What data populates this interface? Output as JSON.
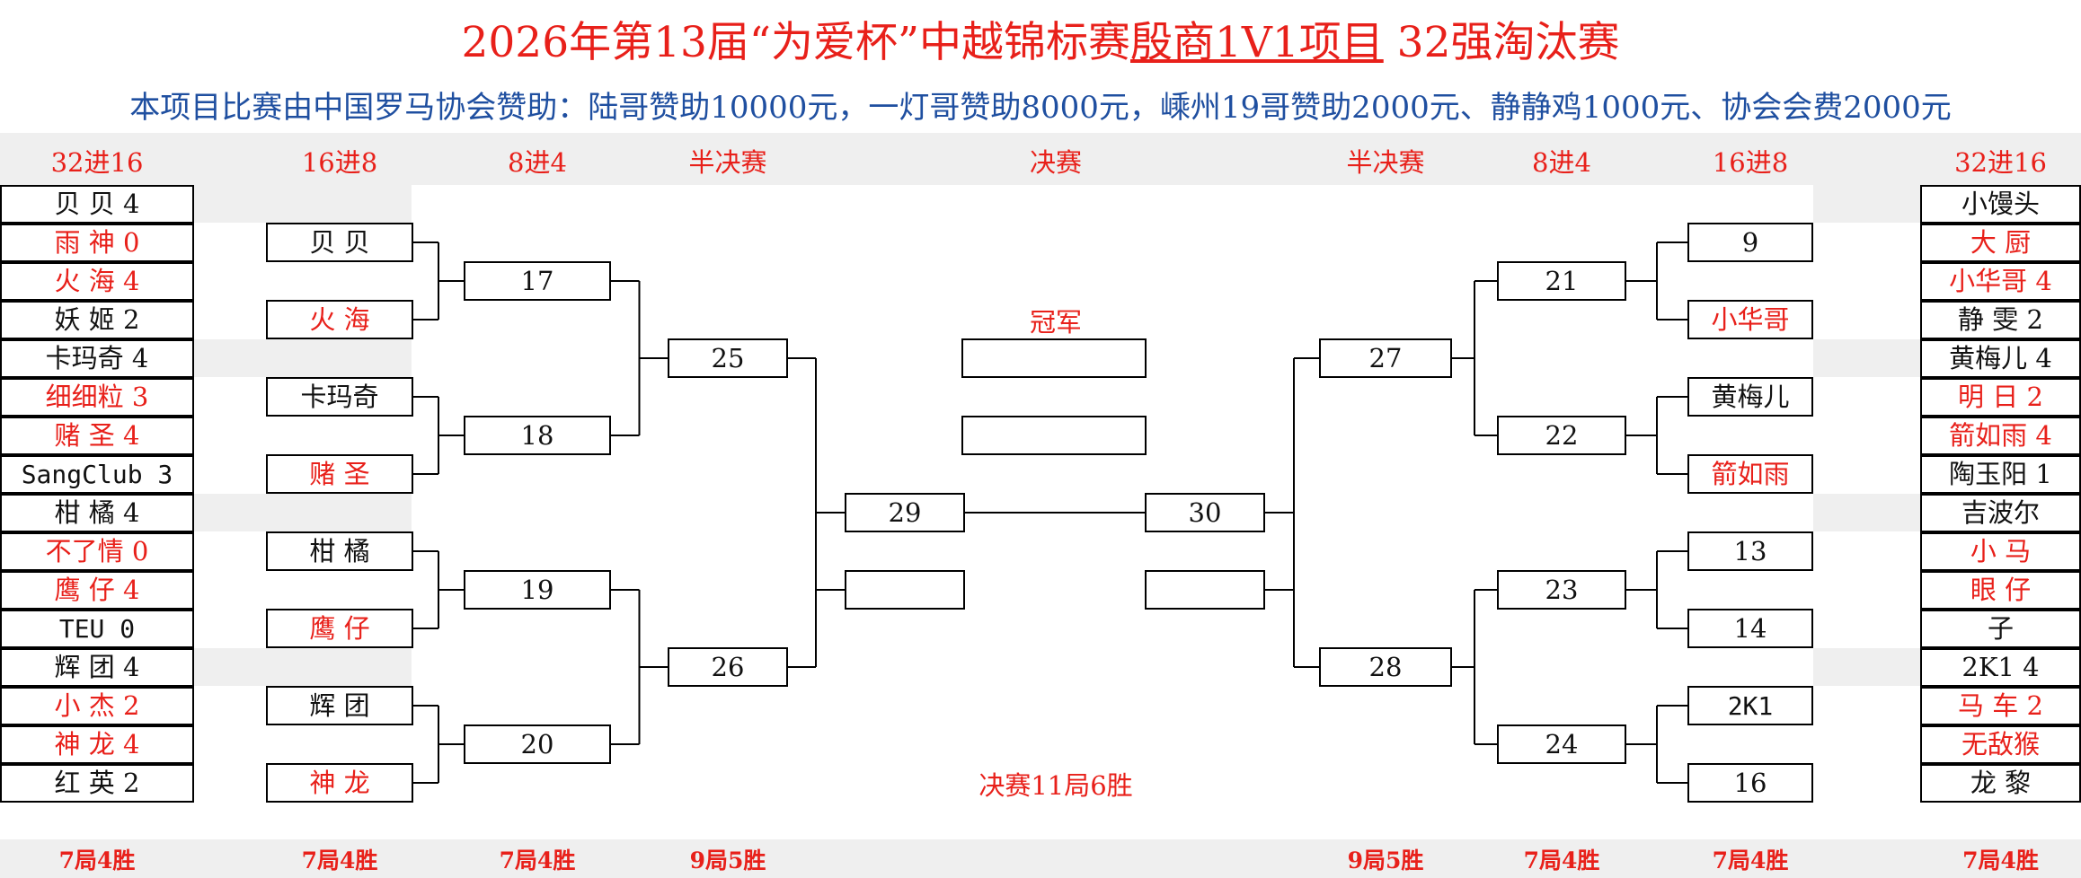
{
  "title": {
    "prefix": "2026年第13届“为爱杯”中越锦标赛",
    "underlined": "殷商1V1项目",
    "suffix": " 32强淘汰赛"
  },
  "sponsor": "本项目比赛由中国罗马协会赞助：陆哥赞助10000元，一灯哥赞助8000元，嵊州19哥赞助2000元、静静鸡1000元、协会会费2000元",
  "headers": {
    "r32_left": "32进16",
    "r16_left": "16进8",
    "qf_left": "8进4",
    "sf_left": "半决赛",
    "final": "决赛",
    "sf_right": "半决赛",
    "qf_right": "8进4",
    "r16_right": "16进8",
    "r32_right": "32进16"
  },
  "footers": {
    "r32_left": "7局4胜",
    "r16_left": "7局4胜",
    "qf_left": "7局4胜",
    "sf_left": "9局5胜",
    "sf_right": "9局5胜",
    "qf_right": "7局4胜",
    "r16_right": "7局4胜",
    "r32_right": "7局4胜"
  },
  "left_r32": [
    {
      "text": "贝 贝 4",
      "color": "black"
    },
    {
      "text": "雨 神 0",
      "color": "red"
    },
    {
      "text": "火 海 4",
      "color": "red"
    },
    {
      "text": "妖 姬 2",
      "color": "black"
    },
    {
      "text": "卡玛奇 4",
      "color": "black"
    },
    {
      "text": "细细粒 3",
      "color": "red"
    },
    {
      "text": "赌 圣 4",
      "color": "red"
    },
    {
      "text": "SangClub 3",
      "color": "black"
    },
    {
      "text": "柑 橘 4",
      "color": "black"
    },
    {
      "text": "不了情 0",
      "color": "red"
    },
    {
      "text": "鹰 仔 4",
      "color": "red"
    },
    {
      "text": "TEU 0",
      "color": "black"
    },
    {
      "text": "辉 团 4",
      "color": "black"
    },
    {
      "text": "小 杰 2",
      "color": "red"
    },
    {
      "text": "神 龙 4",
      "color": "red"
    },
    {
      "text": "红 英 2",
      "color": "black"
    }
  ],
  "left_r16": [
    {
      "text": "贝 贝",
      "color": "black"
    },
    {
      "text": "火 海",
      "color": "red"
    },
    {
      "text": "卡玛奇",
      "color": "black"
    },
    {
      "text": "赌 圣",
      "color": "red"
    },
    {
      "text": "柑 橘",
      "color": "black"
    },
    {
      "text": "鹰 仔",
      "color": "red"
    },
    {
      "text": "辉 团",
      "color": "black"
    },
    {
      "text": "神 龙",
      "color": "red"
    }
  ],
  "left_qf": [
    "17",
    "18",
    "19",
    "20"
  ],
  "left_sf": [
    "25",
    "26"
  ],
  "left_final": [
    "29",
    ""
  ],
  "right_final": [
    "30",
    ""
  ],
  "champion_label": "冠军",
  "champion_boxes": [
    "",
    ""
  ],
  "final_rule": "决赛11局6胜",
  "right_sf": [
    "27",
    "28"
  ],
  "right_qf": [
    "21",
    "22",
    "23",
    "24"
  ],
  "right_r16": [
    {
      "text": "9",
      "color": "black"
    },
    {
      "text": "小华哥",
      "color": "red"
    },
    {
      "text": "黄梅儿",
      "color": "black"
    },
    {
      "text": "箭如雨",
      "color": "red"
    },
    {
      "text": "13",
      "color": "black"
    },
    {
      "text": "14",
      "color": "black"
    },
    {
      "text": "2K1",
      "color": "black"
    },
    {
      "text": "16",
      "color": "black"
    }
  ],
  "right_r32": [
    {
      "text": "小馒头",
      "color": "black"
    },
    {
      "text": "大 厨",
      "color": "red"
    },
    {
      "text": "小华哥 4",
      "color": "red"
    },
    {
      "text": "静 雯 2",
      "color": "black"
    },
    {
      "text": "黄梅儿 4",
      "color": "black"
    },
    {
      "text": "明 日 2",
      "color": "red"
    },
    {
      "text": "箭如雨 4",
      "color": "red"
    },
    {
      "text": "陶玉阳 1",
      "color": "black"
    },
    {
      "text": "吉波尔",
      "color": "black"
    },
    {
      "text": "小 马",
      "color": "red"
    },
    {
      "text": "眼 仔",
      "color": "red"
    },
    {
      "text": "子",
      "color": "black"
    },
    {
      "text": "2K1 4",
      "color": "black"
    },
    {
      "text": "马 车 2",
      "color": "red"
    },
    {
      "text": "无敌猴",
      "color": "red"
    },
    {
      "text": "龙 黎",
      "color": "black"
    }
  ],
  "colors": {
    "red": "#e8201a",
    "blue": "#1f4fa0",
    "band": "#efefef"
  }
}
